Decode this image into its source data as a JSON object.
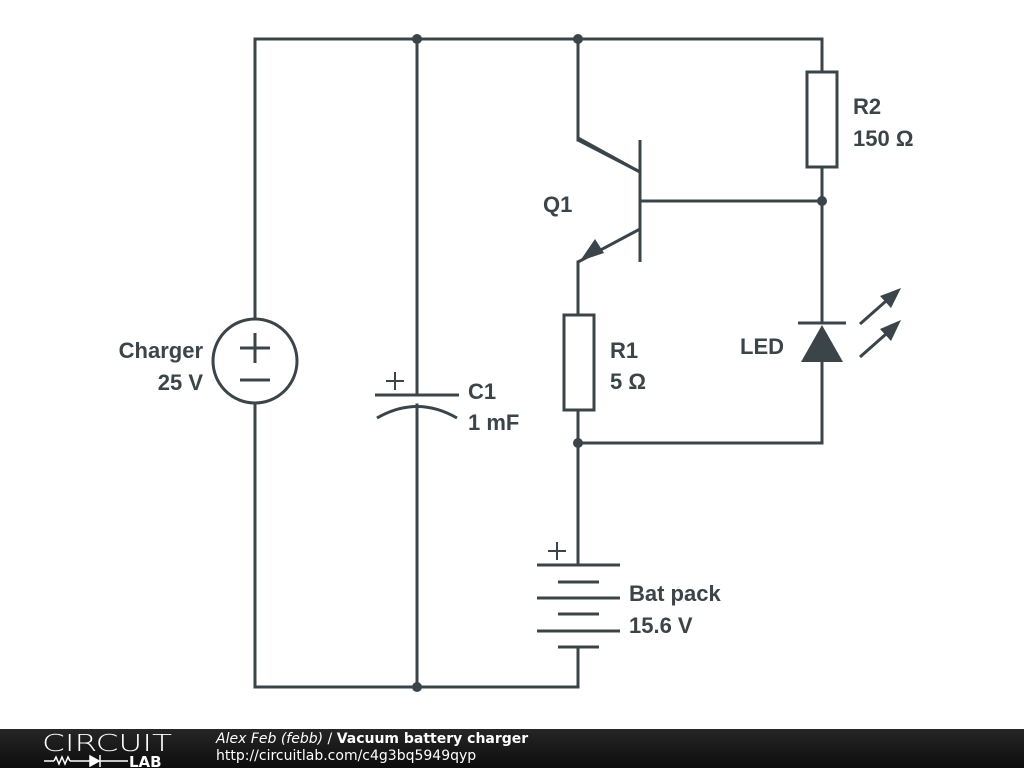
{
  "schematic": {
    "components": {
      "charger": {
        "name": "Charger",
        "value": "25 V",
        "type": "voltage-source"
      },
      "c1": {
        "name": "C1",
        "value": "1 mF",
        "type": "polarized-capacitor"
      },
      "q1": {
        "name": "Q1",
        "type": "npn-transistor"
      },
      "r1": {
        "name": "R1",
        "value": "5 Ω",
        "type": "resistor"
      },
      "r2": {
        "name": "R2",
        "value": "150 Ω",
        "type": "resistor"
      },
      "led": {
        "name": "LED",
        "type": "led"
      },
      "battery": {
        "name": "Bat pack",
        "value": "15.6 V",
        "type": "battery"
      }
    },
    "symbols": {
      "plus": "+",
      "minus": "−"
    }
  },
  "footer": {
    "logo_top": "CIRCUIT",
    "logo_bottom": "LAB",
    "author": "Alex Feb (febb)",
    "separator": " / ",
    "title": "Vacuum battery charger",
    "url": "http://circuitlab.com/c4g3bq5949qyp"
  }
}
